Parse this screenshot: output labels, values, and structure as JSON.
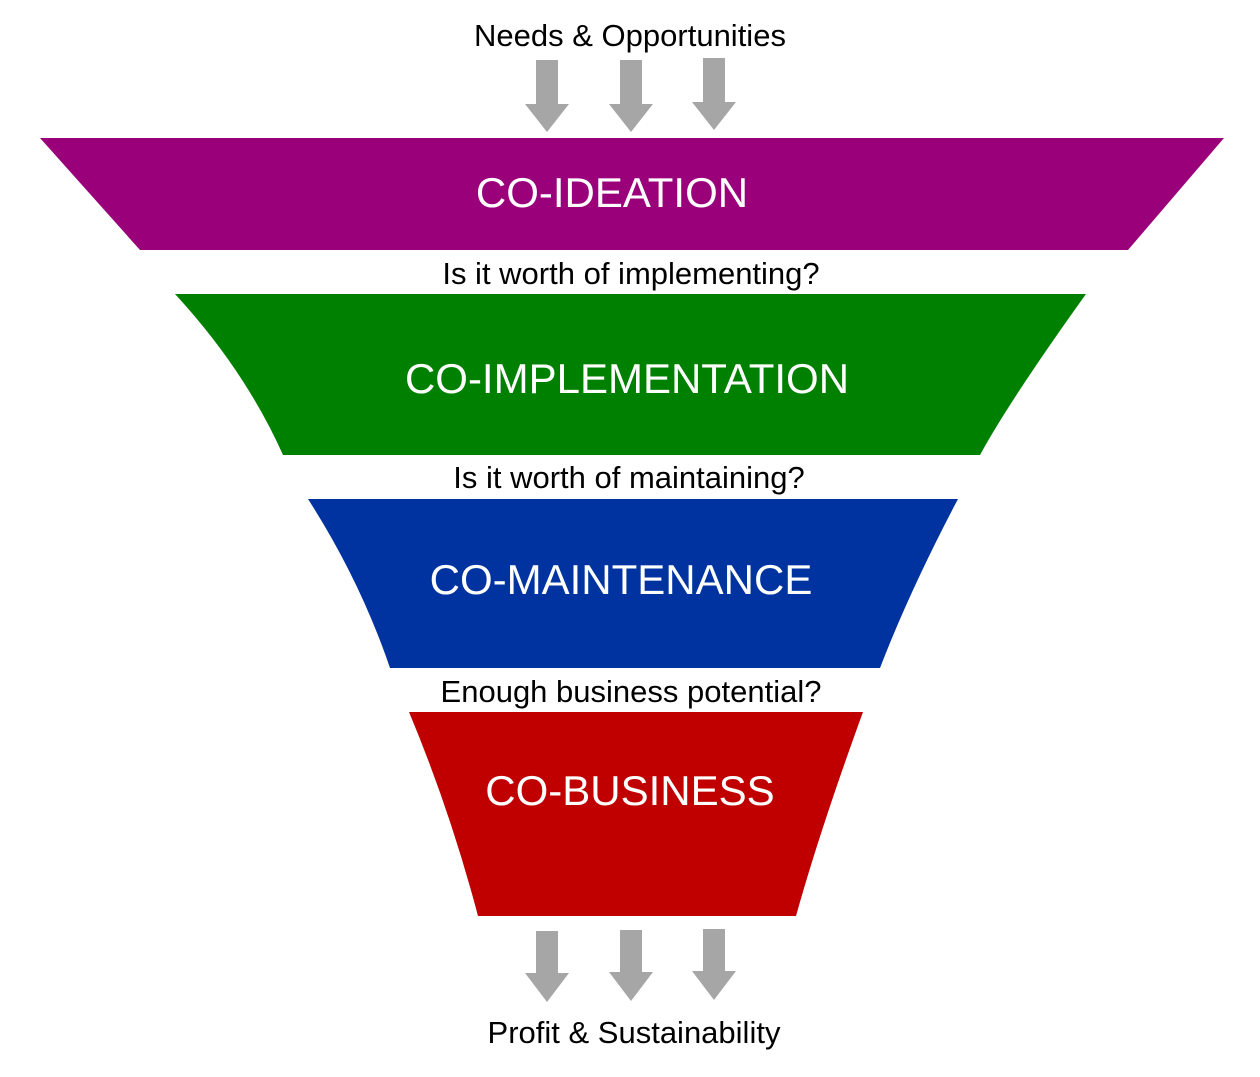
{
  "diagram": {
    "input_label": "Needs & Opportunities",
    "output_label": "Profit & Sustainability",
    "stages": [
      {
        "label": "CO-IDEATION",
        "color": "#9b007b"
      },
      {
        "label": "CO-IMPLEMENTATION",
        "color": "#008000"
      },
      {
        "label": "CO-MAINTENANCE",
        "color": "#0033a0"
      },
      {
        "label": "CO-BUSINESS",
        "color": "#c00000"
      }
    ],
    "gates": [
      "Is it worth of implementing?",
      "Is it worth of maintaining?",
      "Enough business potential?"
    ],
    "arrow_color": "#a6a6a6"
  }
}
